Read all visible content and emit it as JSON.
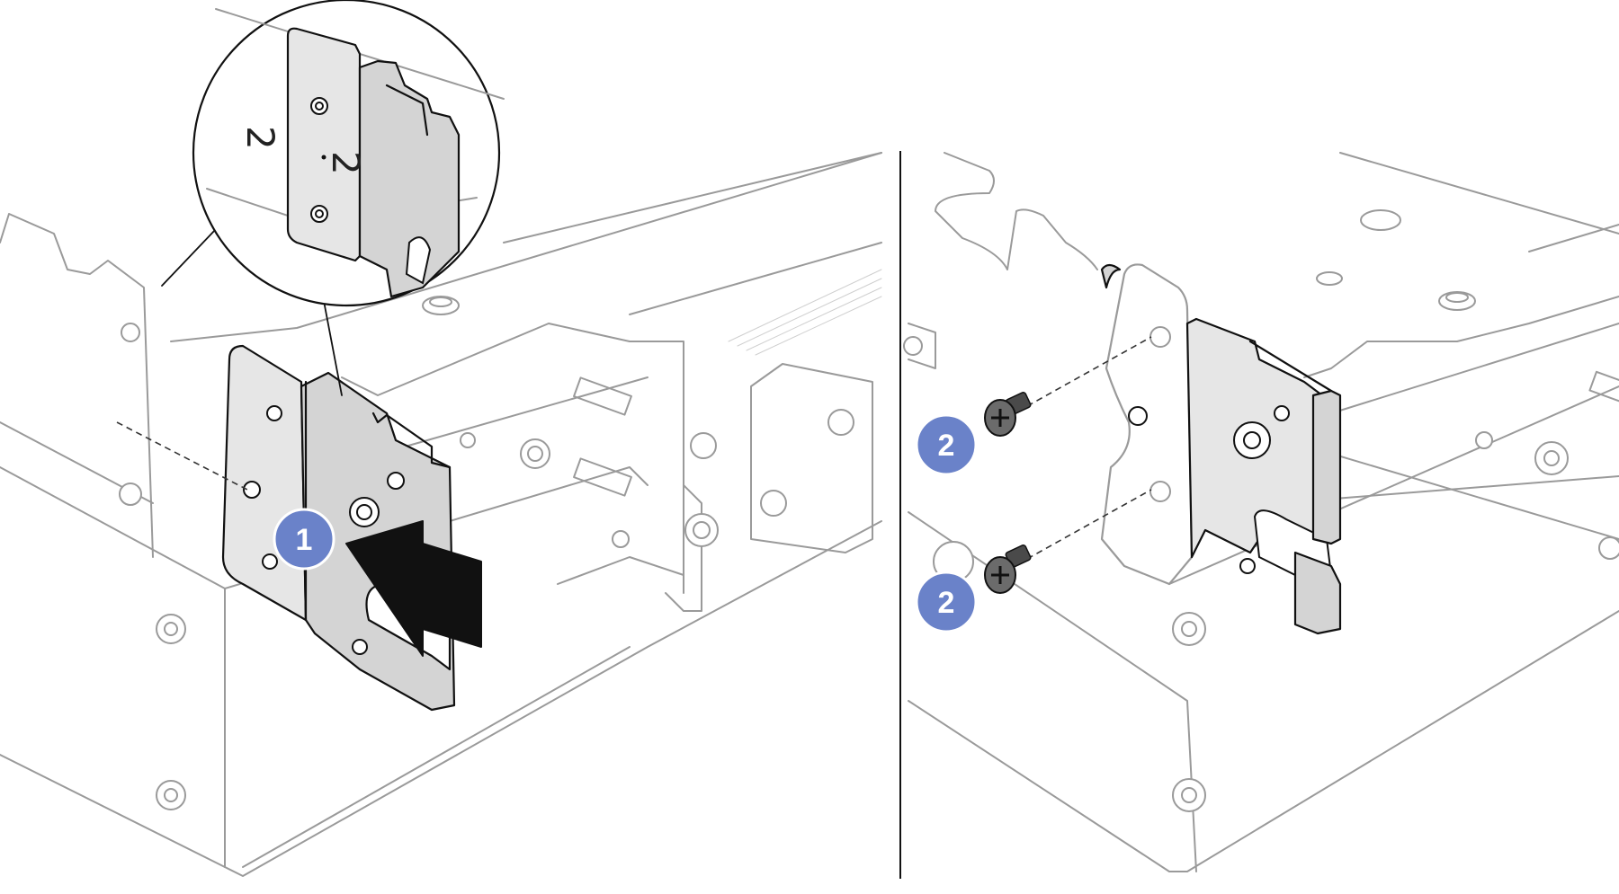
{
  "figure": {
    "panels": [
      {
        "id": "left",
        "step_callouts": [
          "1"
        ],
        "magnifier_marks": [
          "2",
          "2"
        ]
      },
      {
        "id": "right",
        "step_callouts": [
          "2",
          "2"
        ]
      }
    ],
    "colors": {
      "callout_fill": "#6a82c9",
      "callout_text": "#ffffff",
      "line_art": "#9a9a9a",
      "bracket_fill": "#e6e6e6",
      "arrow": "#111111"
    },
    "icons": [
      "push-arrow-icon",
      "screw-icon",
      "magnifier-icon"
    ]
  }
}
